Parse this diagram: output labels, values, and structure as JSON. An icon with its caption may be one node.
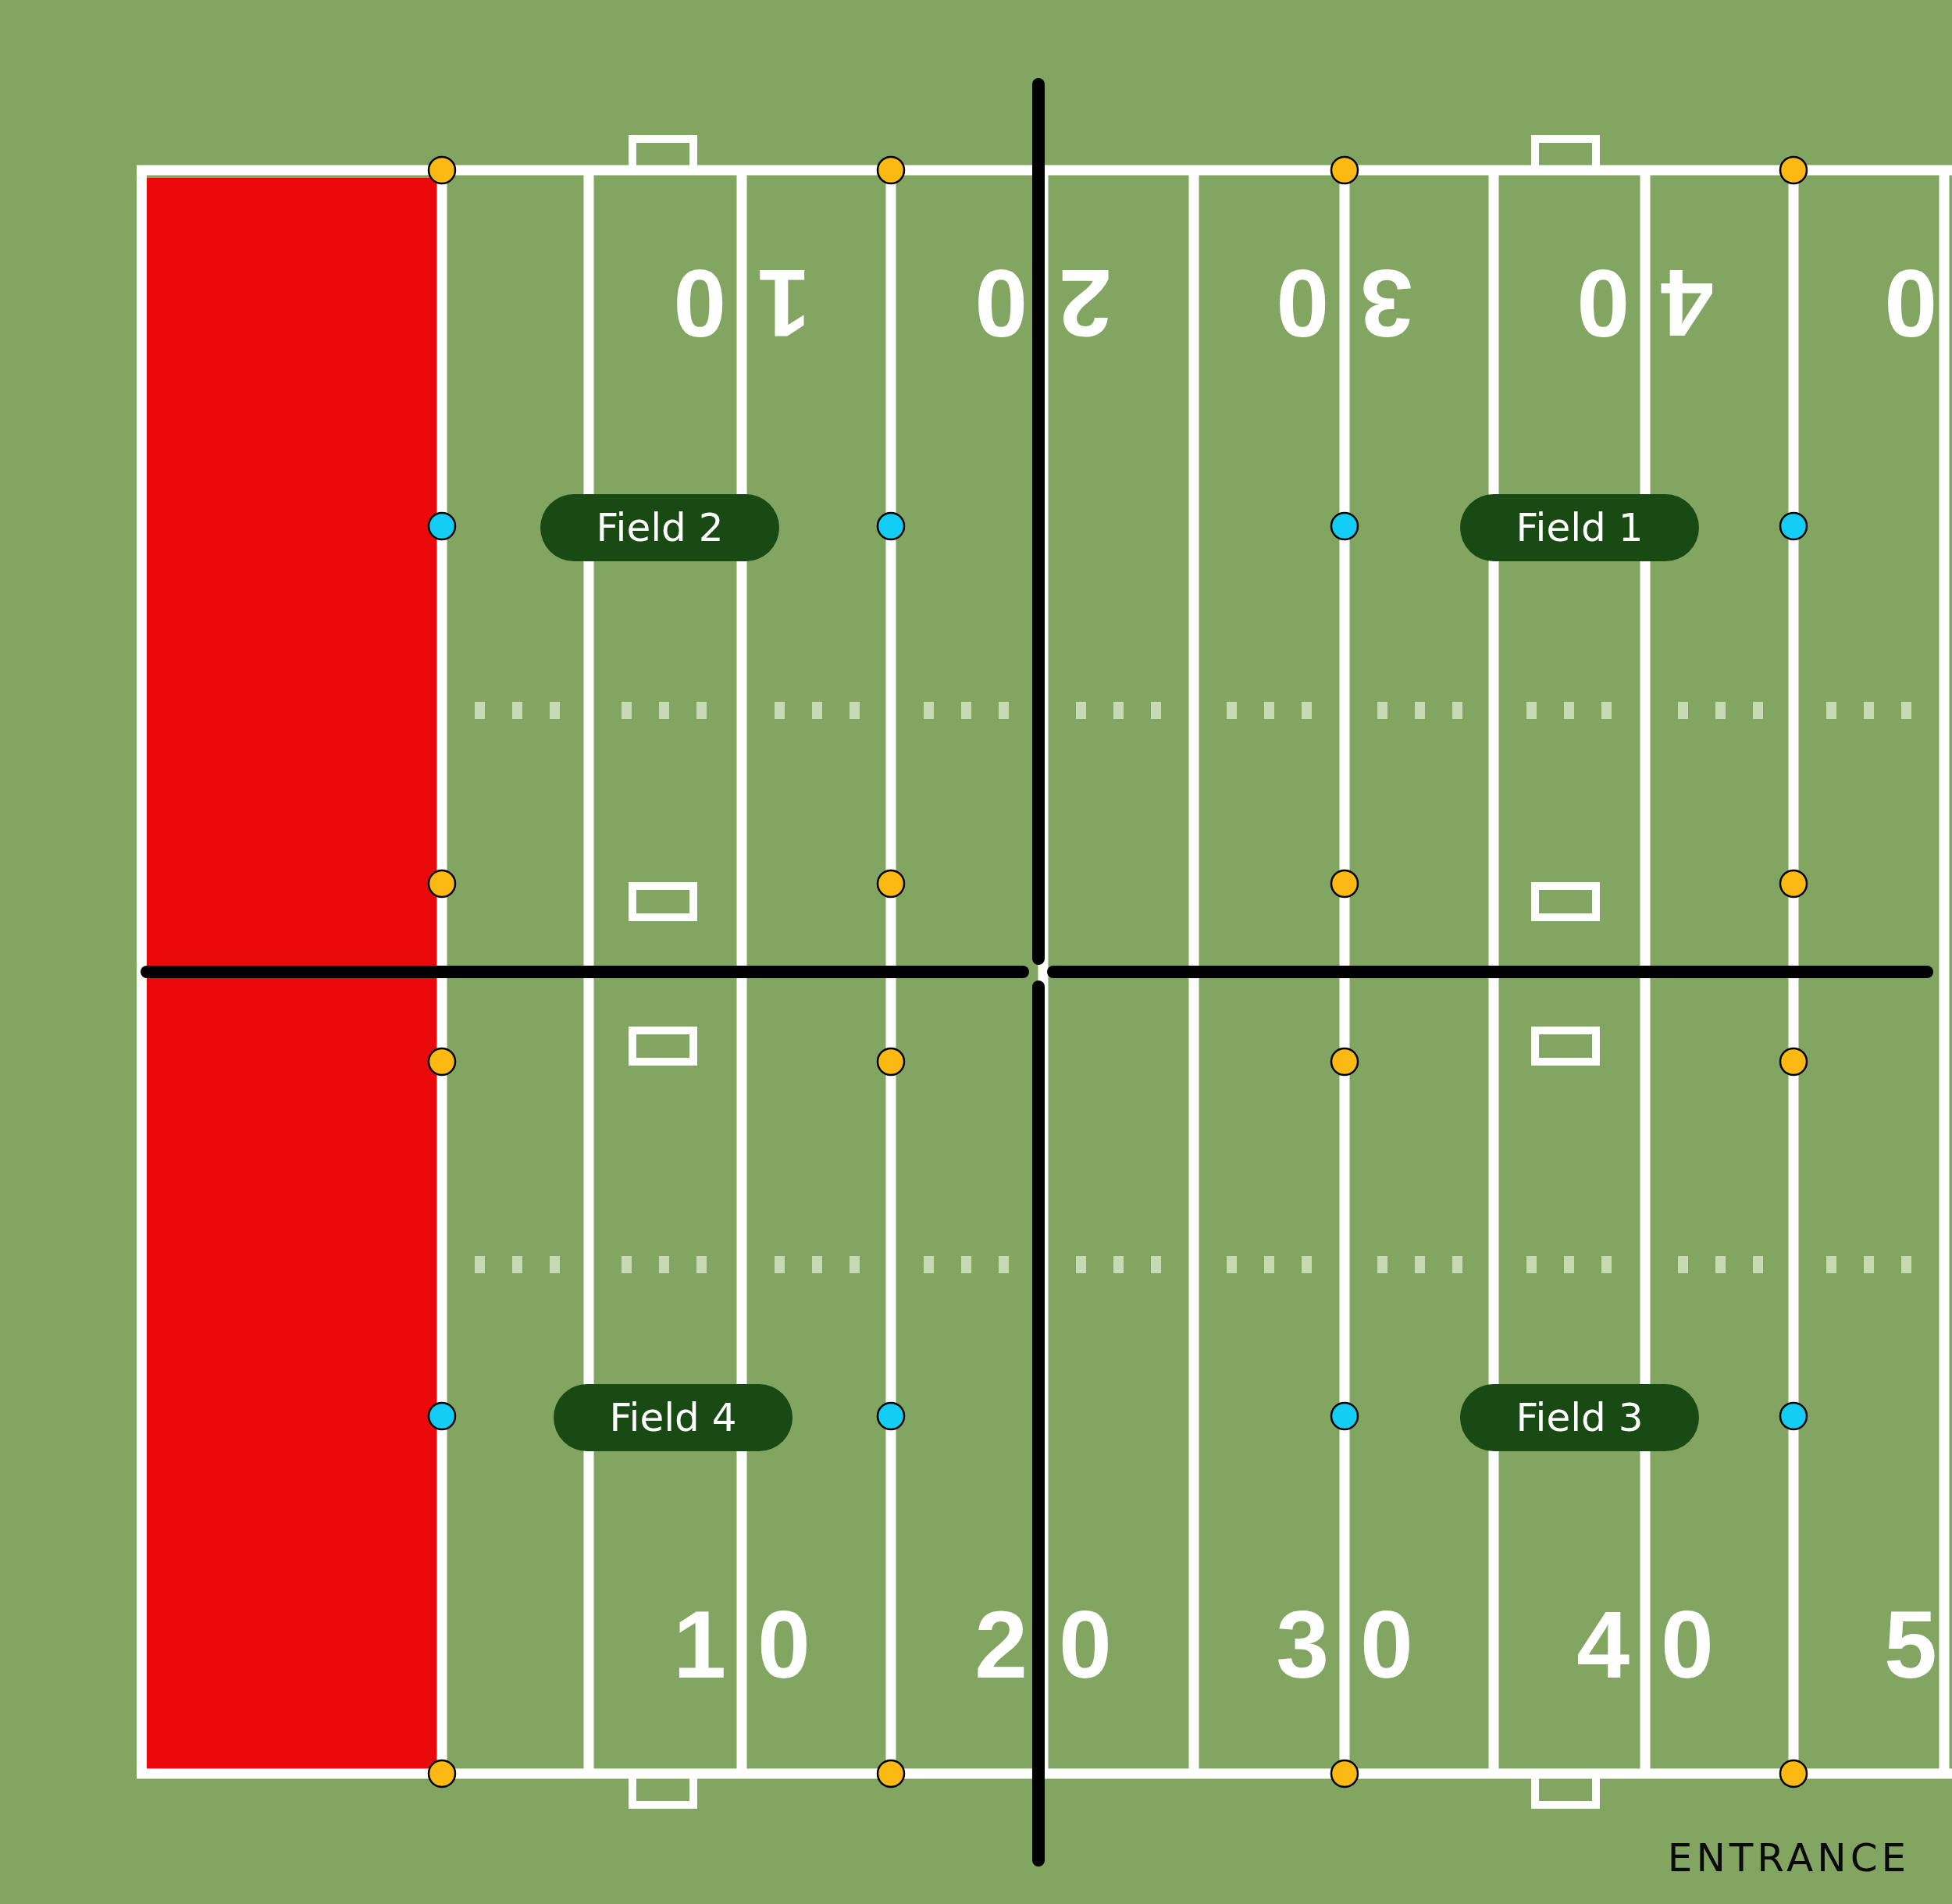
{
  "diagram": {
    "nodes": [
      {
        "text": [
          "Field 2"
        ]
      },
      {
        "text": [
          "Field 1"
        ]
      },
      {
        "text": [
          "Field 4"
        ]
      },
      {
        "text": [
          "Field 3"
        ]
      }
    ],
    "labels": [
      "10",
      "20",
      "30",
      "40",
      "0",
      "10",
      "20",
      "30",
      "40",
      "5",
      "ENTRANCE"
    ]
  }
}
